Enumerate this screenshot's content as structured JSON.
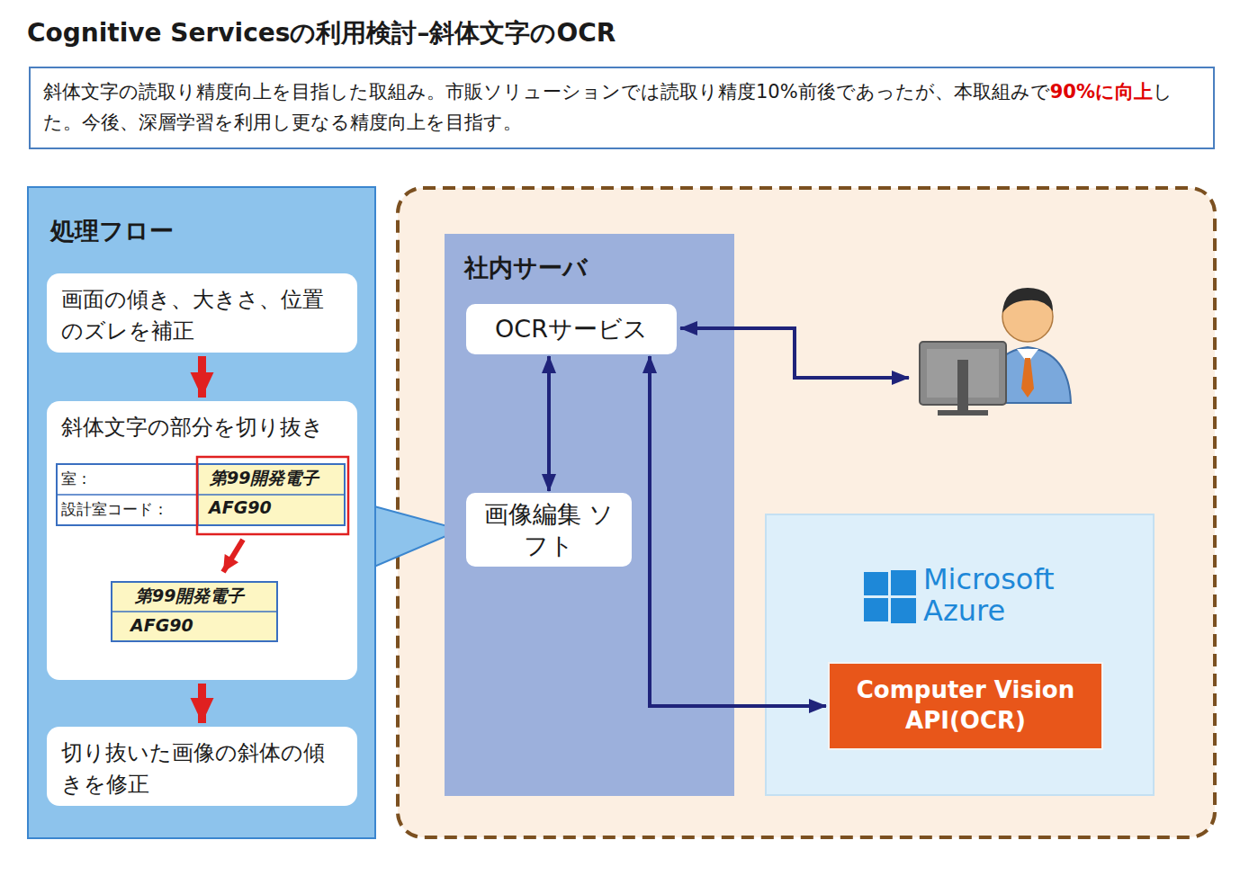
{
  "diagram": {
    "title": "Cognitive Servicesの利用検討–斜体文字のOCR",
    "nodes": [
      {
        "text": [
          "斜体文字の読取り精度向上を目指した取組み。市販ソリューションでは読取り精度10%前後であったが、本取組みで",
          "90%に向上",
          "した。今後、深層学習を利用し更なる精度向上を目指す。"
        ]
      },
      {
        "text": [
          "処理フロー"
        ]
      },
      {
        "text": [
          "画面の傾き、大きさ、位置のズレを補正"
        ],
        "in": 1
      },
      {
        "text": [
          "斜体文字の部分を切り抜き"
        ],
        "in": 1
      },
      {
        "text": [
          "切り抜いた画像の斜体の傾きを修正"
        ],
        "in": 1
      },
      {
        "text": [
          "社内サーバ"
        ]
      },
      {
        "text": [
          "OCRサービス"
        ],
        "in": 5
      },
      {
        "text": [
          "画像編集 ソフト"
        ],
        "in": 5
      },
      {
        "text": [
          "Microsoft Azure"
        ]
      },
      {
        "text": [
          "Computer Vision API(OCR)"
        ],
        "in": 8
      }
    ],
    "edges": [
      {
        "from": 2,
        "to": 3,
        "arrow": "to"
      },
      {
        "from": 3,
        "to": 4,
        "arrow": "to"
      },
      {
        "from": 6,
        "to": 7,
        "arrow": "both"
      },
      {
        "from": 6,
        "to": 9,
        "arrow": "both"
      }
    ],
    "labels": [
      "室：",
      "第99開発電子",
      "設計室コード：",
      "AFG90",
      "第99開発電子",
      "AFG90"
    ]
  }
}
